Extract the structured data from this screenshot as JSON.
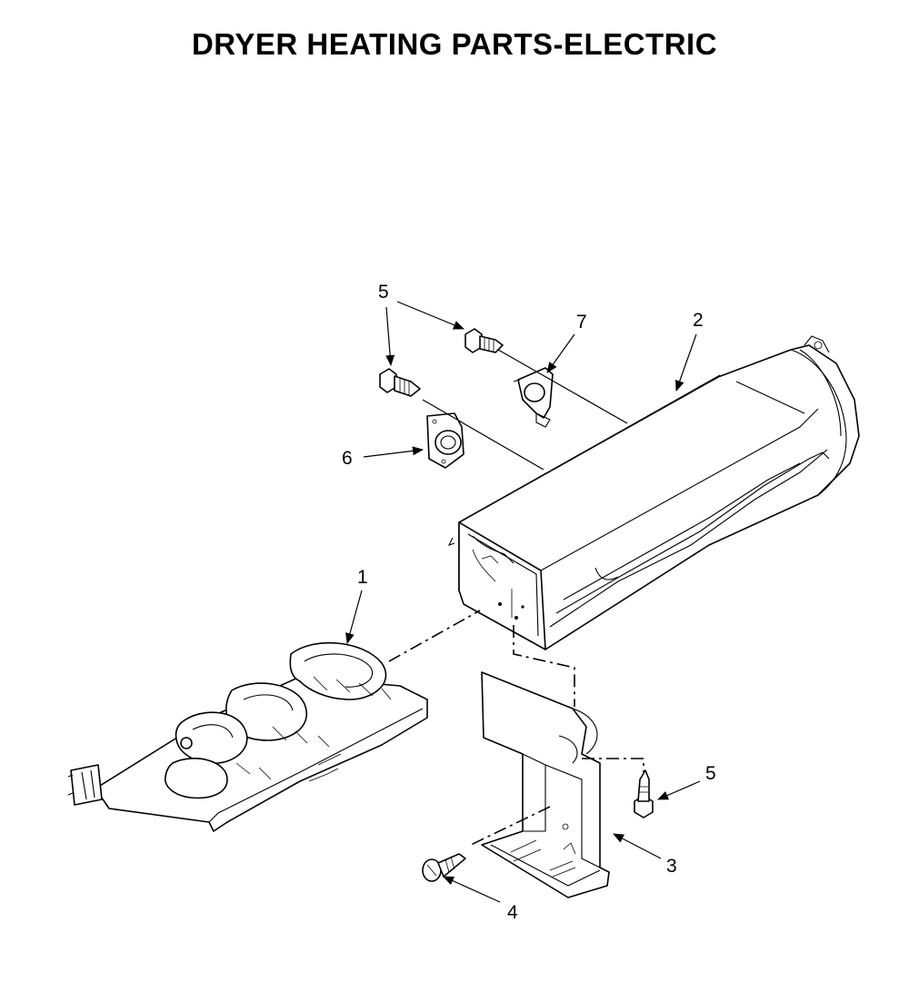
{
  "title": "DRYER HEATING PARTS-ELECTRIC",
  "callouts": [
    {
      "id": "callout-1",
      "label": "1"
    },
    {
      "id": "callout-2",
      "label": "2"
    },
    {
      "id": "callout-3",
      "label": "3"
    },
    {
      "id": "callout-4",
      "label": "4"
    },
    {
      "id": "callout-5a",
      "label": "5"
    },
    {
      "id": "callout-5b",
      "label": "5"
    },
    {
      "id": "callout-6",
      "label": "6"
    },
    {
      "id": "callout-7",
      "label": "7"
    }
  ],
  "parts": [
    {
      "callout": "1",
      "name": "heating-element"
    },
    {
      "callout": "2",
      "name": "heater-housing"
    },
    {
      "callout": "3",
      "name": "mounting-bracket"
    },
    {
      "callout": "4",
      "name": "bracket-screw"
    },
    {
      "callout": "5",
      "name": "screw"
    },
    {
      "callout": "6",
      "name": "thermostat"
    },
    {
      "callout": "7",
      "name": "thermal-fuse"
    }
  ]
}
